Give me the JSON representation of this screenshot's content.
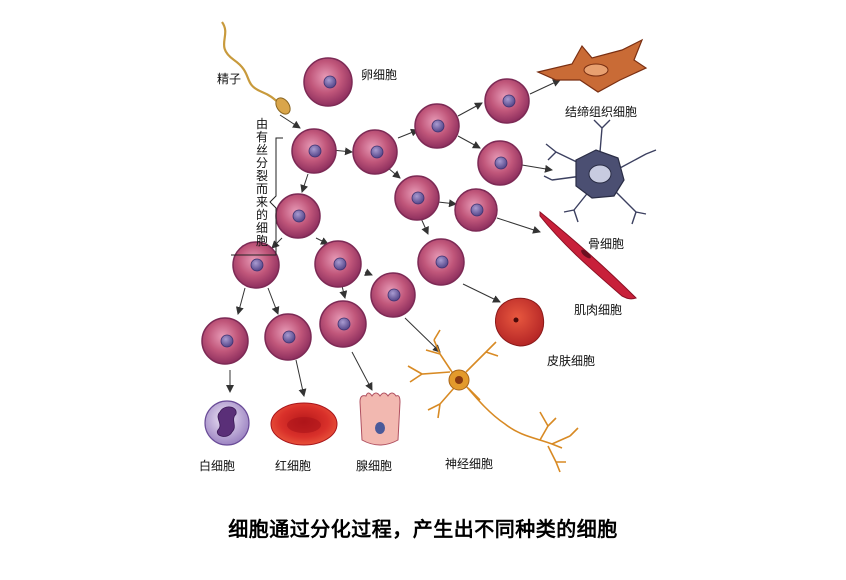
{
  "labels": {
    "sperm": "精子",
    "egg": "卵细胞",
    "connective": "结缔组织细胞",
    "bone": "骨细胞",
    "muscle": "肌肉细胞",
    "skin": "皮肤细胞",
    "white_blood": "白细胞",
    "red_blood": "红细胞",
    "gland": "腺细胞",
    "nerve": "神经细胞"
  },
  "bracket_text": "由有丝分裂而来的细胞",
  "caption": "细胞通过分化过程，产生出不同种类的细胞",
  "colors": {
    "stem_cell": "#c0567a",
    "stem_cell_edge": "#7d2a55",
    "nucleus": "#6d5a9e",
    "red_blood": "#d9302a",
    "skin": "#c9352f",
    "connective": "#b5542c",
    "bone": "#4b4f72",
    "muscle": "#c8203a",
    "nerve": "#e39a2c",
    "white_blood": "#b9a6d2",
    "gland": "#f2b8b0"
  }
}
